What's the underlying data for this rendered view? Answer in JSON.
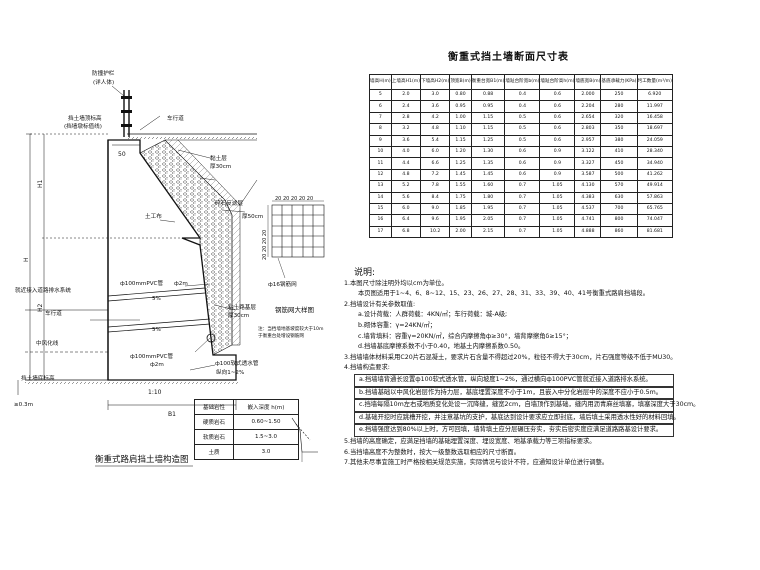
{
  "section_drawing": {
    "title": "衡重式路肩挡土墙构造图",
    "labels": {
      "guardrail": "防撞护栏",
      "guardrail_sub": "(详人体)",
      "wall_top": "挡土墙顶标高",
      "wall_top_sub": "(挡墙墩标值线)",
      "carriageway": "车行道",
      "clay": "黏土层",
      "clay_thk": "厚30cm",
      "gravel": "碎石反滤层",
      "gravel_thk": "厚50cm",
      "geo": "土工布",
      "drain_pipe": "ф100mmPVC管",
      "drain_link": "就近接入道路排水系统",
      "pipe_dim": "ф2m",
      "slope1": "5%",
      "slope2": "5%",
      "carriageway2": "车行道",
      "centerline": "中风化线",
      "clay2": "粘土路基层",
      "clay2_thk": "厚30cm",
      "pipe2": "ф100mmPVC管",
      "pipe2_dim": "ф2m",
      "soft_pipe": "ф100软式透水管",
      "soft_pipe_slope": "纵向1~2%",
      "base": "挡土墙底标高",
      "batter": "1:10",
      "dim_b": "B1",
      "dim_50": "50",
      "dim_h": "H",
      "dim_h1": "H1",
      "dim_h2": "H2",
      "dim_03": "≥0.3m",
      "mesh_label": "ф16钢筋网",
      "mesh_top": "20 20 20 20 20",
      "mesh_side": "20 20 20 20",
      "mesh_title": "钢筋网大样图",
      "mesh_note1": "注：当挡墙地基坡度较大于10m",
      "mesh_note2": "于衡重台处增设钢筋网"
    }
  },
  "depth_table": {
    "headers": [
      "基础岩性",
      "嵌入深度 h(m)"
    ],
    "rows": [
      [
        "硬质岩石",
        "0.60~1.50"
      ],
      [
        "软质岩石",
        "1.5~3.0"
      ],
      [
        "土质",
        "3.0"
      ]
    ]
  },
  "dims_table": {
    "title": "衡重式挡土墙断面尺寸表",
    "headers": [
      "墙高H(m)",
      "上墙高H1(m)",
      "下墙高H2(m)",
      "顶宽B(m)",
      "衡重台宽B1(m)",
      "墙趾台阶宽b(m)",
      "墙趾台阶高h(m)",
      "墙底宽B(m)",
      "基底承载力(KPa)",
      "圬工数量(m³/m)"
    ],
    "rows": [
      [
        "5",
        "2.0",
        "3.0",
        "0.80",
        "0.88",
        "0.4",
        "0.6",
        "2.000",
        "250",
        "6.920"
      ],
      [
        "6",
        "2.4",
        "3.6",
        "0.95",
        "0.95",
        "0.4",
        "0.6",
        "2.204",
        "280",
        "11.997"
      ],
      [
        "7",
        "2.8",
        "4.2",
        "1.00",
        "1.15",
        "0.5",
        "0.6",
        "2.654",
        "320",
        "16.458"
      ],
      [
        "8",
        "3.2",
        "4.8",
        "1.10",
        "1.15",
        "0.5",
        "0.6",
        "2.803",
        "350",
        "18.697"
      ],
      [
        "9",
        "3.6",
        "5.4",
        "1.15",
        "1.25",
        "0.5",
        "0.6",
        "2.957",
        "380",
        "24.059"
      ],
      [
        "10",
        "4.0",
        "6.0",
        "1.20",
        "1.30",
        "0.6",
        "0.9",
        "3.122",
        "410",
        "28.340"
      ],
      [
        "11",
        "4.4",
        "6.6",
        "1.25",
        "1.35",
        "0.6",
        "0.9",
        "3.327",
        "450",
        "34.940"
      ],
      [
        "12",
        "4.8",
        "7.2",
        "1.45",
        "1.45",
        "0.6",
        "0.9",
        "3.587",
        "500",
        "41.262"
      ],
      [
        "13",
        "5.2",
        "7.8",
        "1.55",
        "1.60",
        "0.7",
        "1.05",
        "4.130",
        "570",
        "49.914"
      ],
      [
        "14",
        "5.6",
        "8.4",
        "1.75",
        "1.80",
        "0.7",
        "1.05",
        "4.383",
        "630",
        "57.863"
      ],
      [
        "15",
        "6.0",
        "9.0",
        "1.85",
        "1.95",
        "0.7",
        "1.05",
        "4.537",
        "700",
        "65.765"
      ],
      [
        "16",
        "6.4",
        "9.6",
        "1.95",
        "2.05",
        "0.7",
        "1.05",
        "4.741",
        "800",
        "74.047"
      ],
      [
        "17",
        "6.8",
        "10.2",
        "2.00",
        "2.15",
        "0.7",
        "1.05",
        "4.888",
        "860",
        "81.681"
      ]
    ]
  },
  "notes": {
    "heading": "说明:",
    "lines": [
      "1.本图尺寸除注明外均以cm为单位。",
      "本页图适用于1~4、6、8~12、15、23、26、27、28、31、33、39、40、41号衡重式路肩挡墙段。",
      "2.挡墙设计有关参数取值:",
      "a.设计荷载：人群荷载：4KN/㎡；车行荷载：城-A级;",
      "b.砌体容重：γ=24KN/㎡；",
      "c.墙背填料：容重γ=20KN/㎡，综合内摩擦角ф≥30°，墙背摩擦角δ≥15°；",
      "d.挡墙基底摩擦系数不小于0.40，地基土内摩擦系数0.50。",
      "3.挡墙墙体材料采用C20片石混凝土，要求片石含量不得超过20%，粒径不得大于30cm，片石强度等级不低于MU30。",
      "4.挡墙构造要求:",
      "a.挡墙墙背通长设置ф100软式透水管，纵向坡度1~2%，通过横向ф100PVC管就近接入道路排水系统。",
      "b.挡墙基础以中风化岩层作为持力层，基底埋置深度不小于1m，且嵌入中分化岩层中的深度不应小于0.5m。",
      "c.挡墙每隔10m左右或地质变化处设一沉降缝，缝宽2cm，自墙顶作到基础，缝内用沥青麻丝填塞，填塞深度大于30cm。",
      "d.基础开挖时应跳槽开挖，并注意基坑的支护，基底达到设计要求应立即封底，墙后填土采用透水性好的材料回填。",
      "e.挡墙强度达到80%以上时，方可回填，墙背填土应分层碾压夯实，夯实后密实度应满足道路路基设计要求。",
      "5.挡墙的高度确定，应满足挡墙的基础埋置深度、埋设宽度、地基承载力等三项指标要求。",
      "6.当挡墙高度不为整数时，按大一级整数选取相应的尺寸断面。",
      "7.其他未尽事宜施工时严格按相关规范实施，实际情况与设计不符，应通知设计单位进行调整。"
    ]
  }
}
